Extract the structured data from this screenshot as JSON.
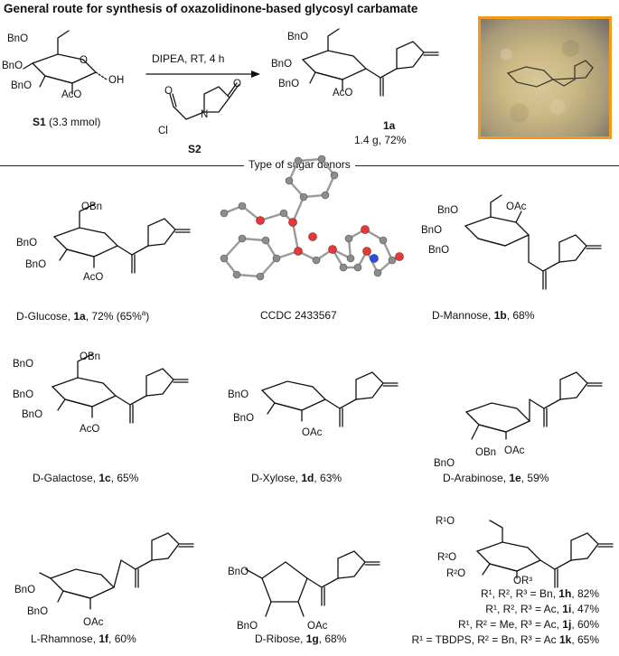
{
  "title": "General route for synthesis of oxazolidinone-based glycosyl carbamate",
  "reaction": {
    "conditions": "DIPEA, RT, 4 h",
    "reagent_label": "S2",
    "start_label": "S1",
    "start_amount": "(3.3 mmol)",
    "product_label": "1a",
    "product_yield": "1.4 g, 72%"
  },
  "section_header": "Type of sugar donors",
  "atoms": {
    "bno": "BnO",
    "obn": "OBn",
    "aco": "AcO",
    "oac": "OAc",
    "oh": "OH",
    "o": "O",
    "n": "N",
    "cl": "Cl",
    "r1o": "R¹O",
    "r2o": "R²O",
    "or3": "OR³"
  },
  "compounds": [
    {
      "id": "1a",
      "sugar": "D-Glucose, ",
      "bold": "1a",
      "tail": ", 72% (65%",
      "sup": "a",
      "end": ")"
    },
    {
      "id": "xray",
      "caption": "CCDC 2433567"
    },
    {
      "id": "1b",
      "sugar": "D-Mannose, ",
      "bold": "1b",
      "tail": ", 68%"
    },
    {
      "id": "1c",
      "sugar": "D-Galactose, ",
      "bold": "1c",
      "tail": ", 65%"
    },
    {
      "id": "1d",
      "sugar": "D-Xylose, ",
      "bold": "1d",
      "tail": ", 63%"
    },
    {
      "id": "1e",
      "sugar": "D-Arabinose, ",
      "bold": "1e",
      "tail": ", 59%"
    },
    {
      "id": "1f",
      "sugar": "L-Rhamnose, ",
      "bold": "1f",
      "tail": ", 60%"
    },
    {
      "id": "1g",
      "sugar": "D-Ribose, ",
      "bold": "1g",
      "tail": ", 68%"
    }
  ],
  "variants": [
    {
      "text": "R¹, R², R³ = Bn, ",
      "bold": "1h",
      "tail": ", 82%"
    },
    {
      "text": "R¹, R², R³ = Ac, ",
      "bold": "1i",
      "tail": ", 47%"
    },
    {
      "text": "R¹, R² = Me, R³ = Ac, ",
      "bold": "1j",
      "tail": ", 60%"
    },
    {
      "text": "R¹ = TBDPS, R² = Bn, R³ = Ac ",
      "bold": "1k",
      "tail": ", 65%"
    }
  ]
}
